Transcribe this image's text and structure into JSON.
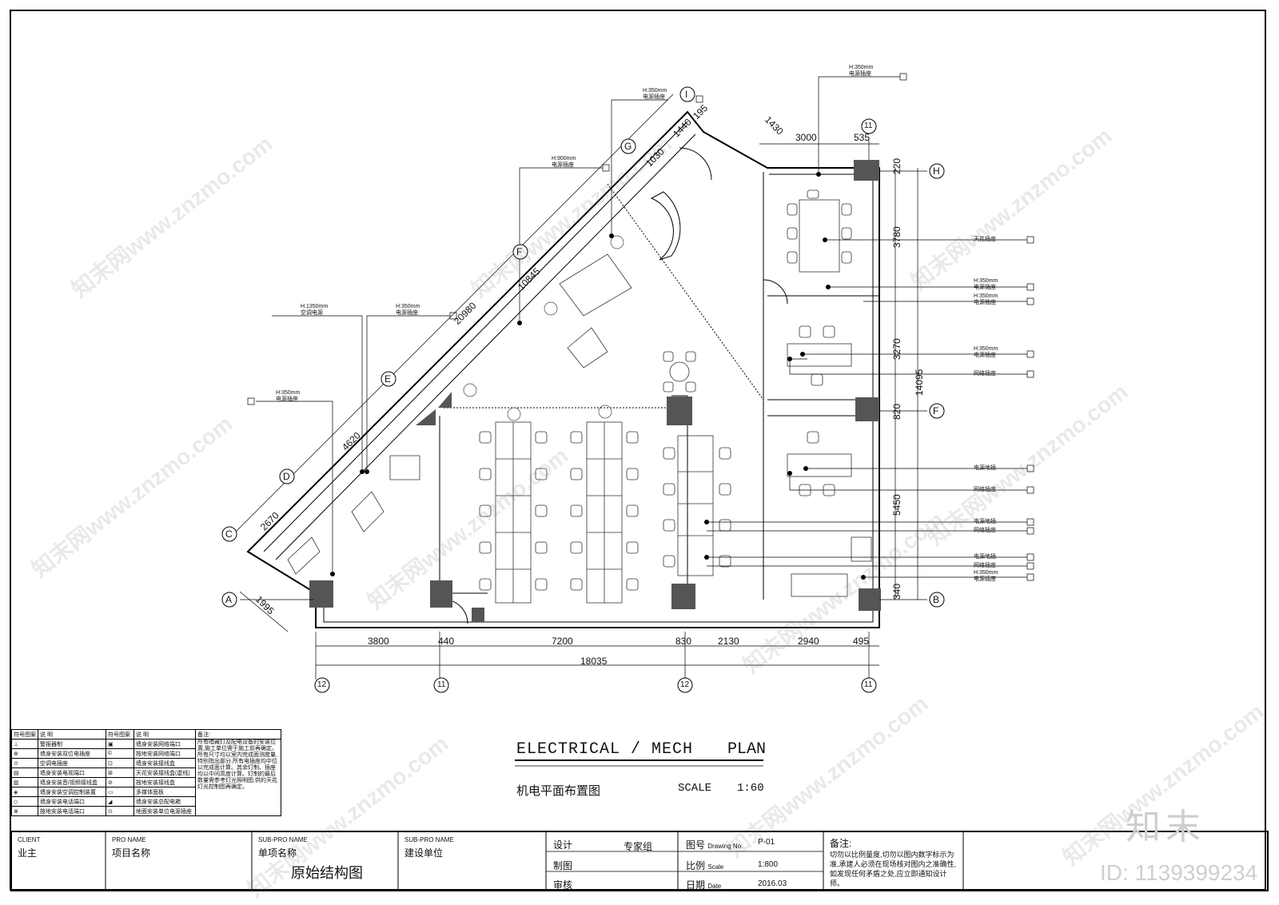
{
  "drawing": {
    "title_en": "ELECTRICAL / MECH",
    "title_en_plan": "PLAN",
    "title_cn": "机电平面布置图",
    "scale_label": "SCALE",
    "scale_value": "1:60"
  },
  "grid_labels": {
    "diag": [
      "C",
      "D",
      "E",
      "F",
      "G",
      "I"
    ],
    "left": "A",
    "right": [
      "H",
      "F",
      "B"
    ],
    "top_11": "11",
    "bottom": [
      "12",
      "11",
      "12",
      "11"
    ]
  },
  "dimensions": {
    "diag": [
      "2670",
      "4620",
      "20980",
      "10845",
      "1030",
      "1440",
      "195",
      "1995"
    ],
    "top": [
      "1430",
      "3000",
      "535"
    ],
    "right_stack": [
      "220",
      "3780",
      "3270",
      "820",
      "5450",
      "340"
    ],
    "right_total": "14095",
    "bottom_segments": [
      "3800",
      "440",
      "7200",
      "830",
      "2130",
      "2940",
      "495"
    ],
    "bottom_total": "18035"
  },
  "annotations": [
    {
      "h": "H:350mm",
      "t": "电源插座"
    },
    {
      "h": "H:350mm",
      "t": "电源插座"
    },
    {
      "h": "H:900mm",
      "t": "电源插座"
    },
    {
      "h": "H:1350mm",
      "t": "空调电源"
    },
    {
      "h": "H:350mm",
      "t": "电源插座"
    },
    {
      "h": "H:350mm",
      "t": "电源插座"
    }
  ],
  "right_annotations": [
    {
      "h": "",
      "t": "天花插座"
    },
    {
      "h": "H:350mm",
      "t": "电源插座"
    },
    {
      "h": "H:350mm",
      "t": "电源插座"
    },
    {
      "h": "H:350mm",
      "t": "电源插座"
    },
    {
      "h": "",
      "t": "网络插座"
    },
    {
      "h": "",
      "t": "电源地插"
    },
    {
      "h": "",
      "t": "网络插座"
    },
    {
      "h": "",
      "t": "电源地插"
    },
    {
      "h": "",
      "t": "网络插座"
    },
    {
      "h": "",
      "t": "电源地插"
    },
    {
      "h": "",
      "t": "网络插座"
    },
    {
      "h": "H:350mm",
      "t": "电源插座"
    }
  ],
  "legend": {
    "headers": [
      "符号图案",
      "说 明",
      "符号图案",
      "说 明",
      "备注:"
    ],
    "rows": [
      [
        "警报器制",
        "墙身安装网络端口"
      ],
      [
        "墙身安装双位电插座",
        "按地安装网络端口"
      ],
      [
        "空调电插座",
        "墙身安装接线盒"
      ],
      [
        "墙身安装电视端口",
        "天花安装接线盒(虚线)"
      ],
      [
        "墙身安装音/视频接线盒",
        "按地安装接线盒"
      ],
      [
        "墙身安装空调控制装置",
        "多媒体面板"
      ],
      [
        "墙身安装电话端口",
        "墙身安装总配电箱"
      ],
      [
        "按地安装电话端口",
        "地面安装单位电源插座"
      ]
    ],
    "note": "所有暗藏灯及配电设备的安装位置,施工单位需于施工前再确定。所有尺寸均以室内完成面测度量,特别指出部分,所有电插座均中位以完成面计算。其余灯制、插座均以中间高度计算。灯制的最后数量需参考灯光照明图,供的天花灯光控制图再确定。"
  },
  "title_block": {
    "client_label": "CLIENT",
    "client": "业主",
    "pro_label": "PRO NAME",
    "pro": "项目名称",
    "sub1_label": "SUB-PRO NAME",
    "sub1": "单项名称",
    "sub1_big": "原始结构图",
    "sub2_label": "SUB-PRO NAME",
    "sub2": "建设单位",
    "design_label": "设计",
    "design": "专家组",
    "draw_label": "制图",
    "check_label": "审核",
    "no_label": "图号",
    "no_label_en": "Drawing No.",
    "no": "P-01",
    "scale_label": "比例",
    "scale_label_en": "Scale",
    "scale": "1:800",
    "date_label": "日期",
    "date_label_en": "Date",
    "date": "2016.03",
    "remark_label": "备注:",
    "remark": "切勿以比例量度,切勿以图内数字标示为准,承建人必须在现场核对图内之准确性,如发现任何矛盾之处,应立即通知设计师。"
  },
  "watermark": "知末网www.znzmo.com",
  "brand": "知末",
  "brand_id": "ID: 1139399234",
  "colors": {
    "line": "#000000",
    "column": "#555555",
    "furniture": "#333333"
  }
}
